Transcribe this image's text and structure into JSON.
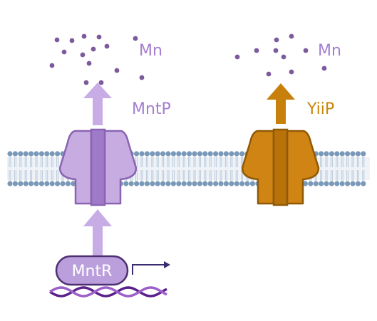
{
  "labels": {
    "mn_left": "Mn",
    "mn_right": "Mn",
    "mntp": "MntP",
    "yiip": "YiiP",
    "mntr": "MntR"
  },
  "colors": {
    "membrane_head": "#7a99b8",
    "membrane_tail": "#b8c9da",
    "mntp_fill": "#c7ace2",
    "mntp_stroke": "#8a63b3",
    "mntp_core": "#9e7ac8",
    "mntp_text": "#a47fcf",
    "yiip_fill": "#cf8413",
    "yiip_stroke": "#8f5a06",
    "yiip_core": "#b87209",
    "yiip_text": "#c9860d",
    "arrow_purple": "#c8ace6",
    "arrow_gold": "#c7800c",
    "mn_dot": "#7c5a9c",
    "dna_dark": "#5a1f8a",
    "dna_light": "#9b5fc9",
    "mntr_fill": "#ba9fdc",
    "mntr_stroke": "#4e2f72",
    "promoter": "#3a2c6e"
  },
  "icons": {
    "mn_particles": "dot",
    "transport_arrows": "arrow-up",
    "promoter": "bent-arrow",
    "dna": "double-helix"
  }
}
